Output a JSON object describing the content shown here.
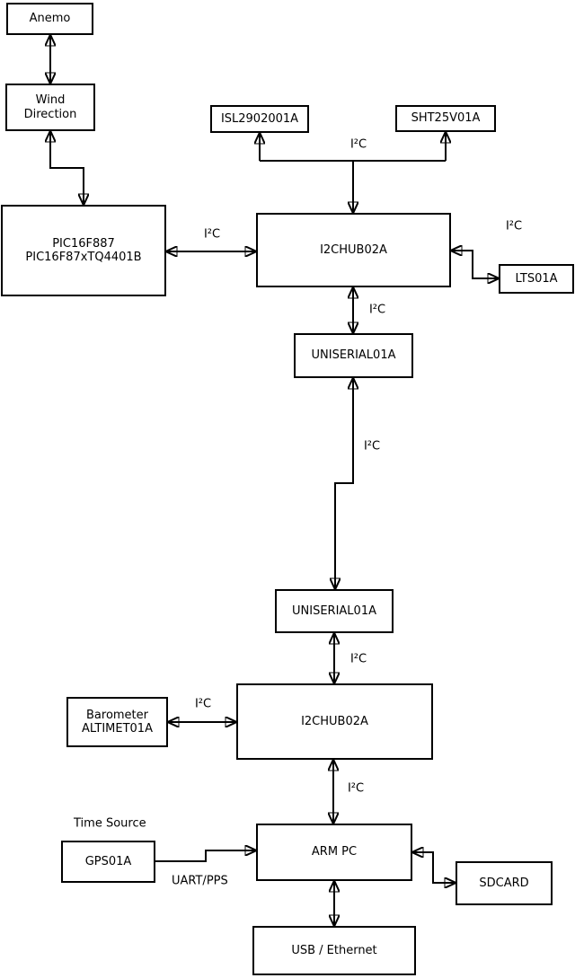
{
  "diagram": {
    "background_color": "#ffffff",
    "line_color": "#000000",
    "box_border_color": "#000000",
    "nodes": {
      "anemo": {
        "label": "Anemo"
      },
      "wind": {
        "label": "Wind\nDirection"
      },
      "pic": {
        "label": "PIC16F887\nPIC16F87xTQ4401B"
      },
      "isl": {
        "label": "ISL2902001A"
      },
      "sht": {
        "label": "SHT25V01A"
      },
      "hub1": {
        "label": "I2CHUB02A"
      },
      "lts": {
        "label": "LTS01A"
      },
      "uniserial1": {
        "label": "UNISERIAL01A"
      },
      "uniserial2": {
        "label": "UNISERIAL01A"
      },
      "hub2": {
        "label": "I2CHUB02A"
      },
      "barometer": {
        "label": "Barometer\nALTIMET01A"
      },
      "gps": {
        "label": "GPS01A"
      },
      "arm_pc": {
        "label": "ARM PC"
      },
      "sdcard": {
        "label": "SDCARD"
      },
      "usb_ethernet": {
        "label": "USB / Ethernet"
      }
    },
    "edge_labels": {
      "i2c": "I²C",
      "time_source": "Time Source",
      "uart_pps": "UART/PPS"
    }
  }
}
